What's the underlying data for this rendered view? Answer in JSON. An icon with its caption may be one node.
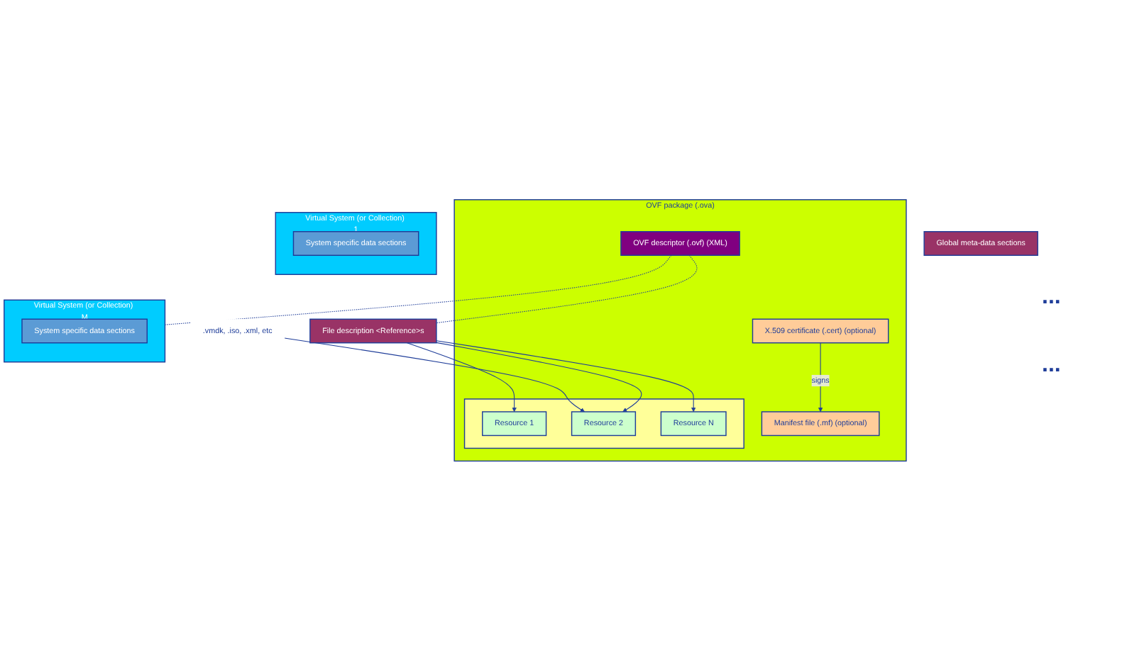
{
  "diagram": {
    "nodes": [
      {
        "text": [
          "OVF package (.ova)"
        ]
      },
      {
        "text": [
          "OVF descriptor (.ovf) (XML)"
        ],
        "in": 0
      },
      {
        "text": [],
        "shape": "box",
        "in": 0
      },
      {
        "text": [
          "Resource 1"
        ],
        "in": 2
      },
      {
        "text": [
          "Resource 2"
        ],
        "in": 2
      },
      {
        "text": [
          "Resource N"
        ],
        "in": 2
      },
      {
        "text": [
          "Manifest file (.mf) (optional)"
        ],
        "in": 0
      },
      {
        "text": [
          "X.509 certificate (.cert) (optional)"
        ],
        "in": 0
      },
      {
        "text": [
          ".vmdk, .iso, .xml, etc"
        ]
      },
      {
        "text": [
          "File description <Reference>s"
        ]
      },
      {
        "text": [
          "Global meta-data sections"
        ]
      },
      {
        "text": [
          "Virtual System (or Collection) 1"
        ]
      },
      {
        "text": [
          "System specific data sections"
        ],
        "in": 11
      },
      {
        "text": [
          "Virtual System (or Collection) M"
        ]
      },
      {
        "text": [
          "System specific data sections"
        ],
        "in": 13
      }
    ],
    "edges": [
      {
        "from": 8,
        "to": 4,
        "arrow": "to"
      },
      {
        "from": 7,
        "to": 6,
        "arrow": "to",
        "label": "signs"
      },
      {
        "from": 9,
        "to": 3,
        "arrow": "to"
      },
      {
        "from": 9,
        "to": 4,
        "arrow": "to"
      },
      {
        "from": 9,
        "to": 5,
        "arrow": "to"
      },
      {
        "from": 1,
        "to": 9,
        "arrow": "none",
        "style": "dashed"
      },
      {
        "from": 1,
        "to": 13,
        "arrow": "none",
        "style": "dashed"
      }
    ],
    "labels": [
      "...",
      "..."
    ]
  }
}
